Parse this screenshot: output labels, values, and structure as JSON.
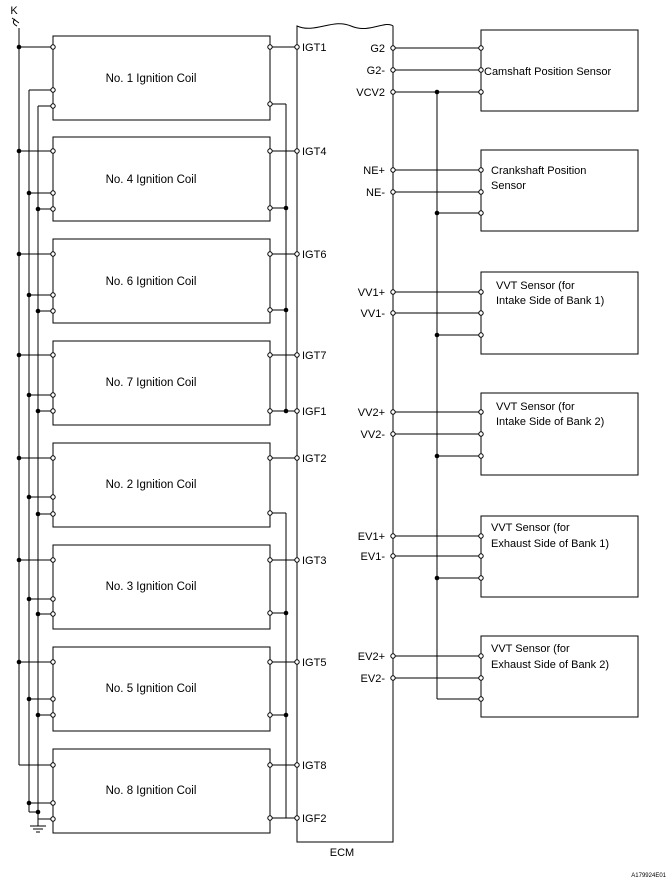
{
  "supply_label": "K",
  "ecm_label": "ECM",
  "figure_id": "A179924E01",
  "coils": [
    {
      "name": "No. 1 Ignition Coil",
      "pin": "IGT1"
    },
    {
      "name": "No. 4 Ignition Coil",
      "pin": "IGT4"
    },
    {
      "name": "No. 6 Ignition Coil",
      "pin": "IGT6"
    },
    {
      "name": "No. 7 Ignition Coil",
      "pin": "IGT7"
    },
    {
      "name": "No. 2 Ignition Coil",
      "pin": "IGT2"
    },
    {
      "name": "No. 3 Ignition Coil",
      "pin": "IGT3"
    },
    {
      "name": "No. 5 Ignition Coil",
      "pin": "IGT5"
    },
    {
      "name": "No. 8 Ignition Coil",
      "pin": "IGT8"
    }
  ],
  "igf_pins": [
    "IGF1",
    "IGF2"
  ],
  "sensors": [
    {
      "lines": [
        "Camshaft Position Sensor"
      ],
      "pins": [
        "G2",
        "G2-",
        "VCV2"
      ]
    },
    {
      "lines": [
        "Crankshaft Position",
        "Sensor"
      ],
      "pins": [
        "NE+",
        "NE-"
      ]
    },
    {
      "lines": [
        "VVT Sensor (for",
        "Intake Side of Bank 1)"
      ],
      "pins": [
        "VV1+",
        "VV1-"
      ]
    },
    {
      "lines": [
        "VVT Sensor (for",
        "Intake Side of Bank 2)"
      ],
      "pins": [
        "VV2+",
        "VV2-"
      ]
    },
    {
      "lines": [
        "VVT Sensor (for",
        "Exhaust Side of Bank 1)"
      ],
      "pins": [
        "EV1+",
        "EV1-"
      ]
    },
    {
      "lines": [
        "VVT Sensor (for",
        "Exhaust Side of Bank 2)"
      ],
      "pins": [
        "EV2+",
        "EV2-"
      ]
    }
  ]
}
